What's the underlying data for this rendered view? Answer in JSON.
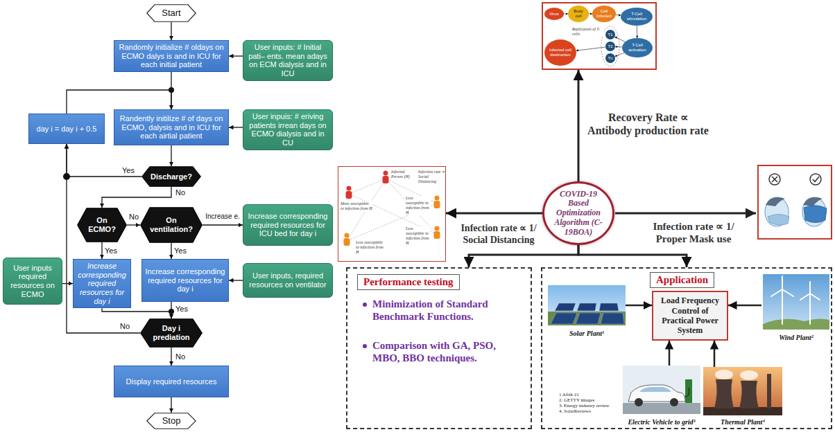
{
  "diagram": {
    "nodes": [
      {
        "text": [
          "Start"
        ]
      },
      {
        "text": [
          "Randomly initialize # oldays on ECMO dalys is and in ICU for each initial patient"
        ]
      },
      {
        "text": [
          "User inputs: # Initial pati– ents. mean adays on ECM dialysis and in ICU"
        ]
      },
      {
        "text": [
          "Randently initilize # of days on ECMO, dalysis and in ICU for each airtial patient"
        ]
      },
      {
        "text": [
          "User inpuis: # eriving patients irrean days on ECMO dialysis and in CU"
        ]
      },
      {
        "text": [
          "day i = day i + 0.5"
        ]
      },
      {
        "text": [
          "Discharge?"
        ]
      },
      {
        "text": [
          "On ECMO?"
        ]
      },
      {
        "text": [
          "On ventilation?"
        ]
      },
      {
        "text": [
          "Increase corresponding required resources for ICU bed for day i"
        ]
      },
      {
        "text": [
          "User inputs required resources on ECMO"
        ]
      },
      {
        "text": [
          "Increase corresponding required resources for day i"
        ]
      },
      {
        "text": [
          "Increase corresponding required resources for day i"
        ]
      },
      {
        "text": [
          "User inputs, required resources on ventilator"
        ]
      },
      {
        "text": [
          "Day i prediation"
        ]
      },
      {
        "text": [
          "Display required resources"
        ]
      },
      {
        "text": [
          "Stop"
        ]
      },
      {
        "text": [
          "Replication of T-cells"
        ]
      },
      {
        "text": [
          "Virus"
        ],
        "in": 17
      },
      {
        "text": [
          "Body cell"
        ],
        "in": 17
      },
      {
        "text": [
          "Cell Infected"
        ],
        "in": 17
      },
      {
        "text": [
          "T-Cell stimulation"
        ],
        "in": 17
      },
      {
        "text": [
          "T-Cell activation"
        ],
        "in": 17
      },
      {
        "text": [
          "T1"
        ],
        "in": 17
      },
      {
        "text": [
          "T2"
        ],
        "in": 17
      },
      {
        "text": [
          "Tn"
        ],
        "in": 17
      },
      {
        "text": [
          "Infected cell destruction"
        ],
        "in": 17
      },
      {
        "text": [
          "Infected Person (H)",
          "Infection rate ∝ Social Distancing",
          "More susceptible to infection from H",
          "Less susceptible to infection from H",
          "Less susceptible to infection from H",
          "Less susceptible to infection from H"
        ]
      },
      {
        "text": [
          "COVID-19 Based Optimization Algorithm (C-19BOA)"
        ]
      },
      {
        "text": [
          "Performance testing",
          "Minimization of Standard Benchmark Functions.",
          "Comparison with GA, PSO, MBO, BBO techniques."
        ]
      },
      {
        "text": [
          "Application"
        ]
      },
      {
        "text": [
          "Load Frequency Control of Practical Power System"
        ],
        "in": 30
      },
      {
        "text": [
          "Solar Plant¹"
        ],
        "in": 30
      },
      {
        "text": [
          "Wind Plant²"
        ],
        "in": 30
      },
      {
        "text": [
          "Electric Vehicle to grid³"
        ],
        "in": 30
      },
      {
        "text": [
          "Thermal Plant⁴"
        ],
        "in": 30
      }
    ],
    "edges": [
      {
        "from": 0,
        "to": 1,
        "arrow": "to"
      },
      {
        "from": 1,
        "to": 3,
        "arrow": "to"
      },
      {
        "from": 2,
        "to": 1,
        "arrow": "to"
      },
      {
        "from": 4,
        "to": 3,
        "arrow": "to"
      },
      {
        "from": 5,
        "to": 3,
        "arrow": "to"
      },
      {
        "from": 3,
        "to": 6,
        "arrow": "to"
      },
      {
        "from": 6,
        "to": 5,
        "label": "Yes",
        "arrow": "to"
      },
      {
        "from": 14,
        "to": 5,
        "label": "No",
        "arrow": "to"
      },
      {
        "from": 6,
        "to": 7,
        "label": "No",
        "arrow": "to"
      },
      {
        "from": 7,
        "to": 8,
        "label": "No",
        "arrow": "to"
      },
      {
        "from": 8,
        "to": 9,
        "label": "Increase e.",
        "arrow": "to"
      },
      {
        "from": 7,
        "to": 11,
        "label": "Yes",
        "arrow": "to"
      },
      {
        "from": 8,
        "to": 12,
        "label": "Yes",
        "arrow": "to"
      },
      {
        "from": 10,
        "to": 11,
        "arrow": "to"
      },
      {
        "from": 13,
        "to": 12,
        "arrow": "to"
      },
      {
        "from": 11,
        "to": 14,
        "arrow": "to"
      },
      {
        "from": 12,
        "to": 14,
        "label": "Yes",
        "arrow": "to"
      },
      {
        "from": 14,
        "to": 15,
        "label": "No",
        "arrow": "to"
      },
      {
        "from": 15,
        "to": 16,
        "arrow": "to"
      },
      {
        "from": 18,
        "to": 19,
        "arrow": "to"
      },
      {
        "from": 19,
        "to": 20,
        "arrow": "to"
      },
      {
        "from": 20,
        "to": 21,
        "arrow": "to"
      },
      {
        "from": 21,
        "to": 22,
        "arrow": "to"
      },
      {
        "from": 22,
        "to": 23,
        "arrow": "to"
      },
      {
        "from": 22,
        "to": 24,
        "arrow": "to"
      },
      {
        "from": 22,
        "to": 25,
        "arrow": "to"
      },
      {
        "from": 24,
        "to": 26,
        "arrow": "to"
      },
      {
        "from": 28,
        "to": 17,
        "arrow": "to"
      },
      {
        "from": 28,
        "to": 27,
        "arrow": "to"
      },
      {
        "from": 28,
        "to": 29,
        "arrow": "to"
      },
      {
        "from": 28,
        "to": 30,
        "arrow": "to"
      },
      {
        "from": 32,
        "to": 31,
        "arrow": "to"
      },
      {
        "from": 33,
        "to": 31,
        "arrow": "to"
      },
      {
        "from": 34,
        "to": 31,
        "arrow": "to"
      },
      {
        "from": 35,
        "to": 31,
        "arrow": "to"
      }
    ],
    "labels": [
      "Recovery Rate ∝ Antibody production rate",
      "Infection rate ∝ 1/ Social Distancing",
      "Infection rate ∝ 1/ Proper Mask use",
      "1 Afrik 21",
      "2. GETTY images",
      "3. Energy industry review",
      "4. SolarReviews"
    ]
  }
}
